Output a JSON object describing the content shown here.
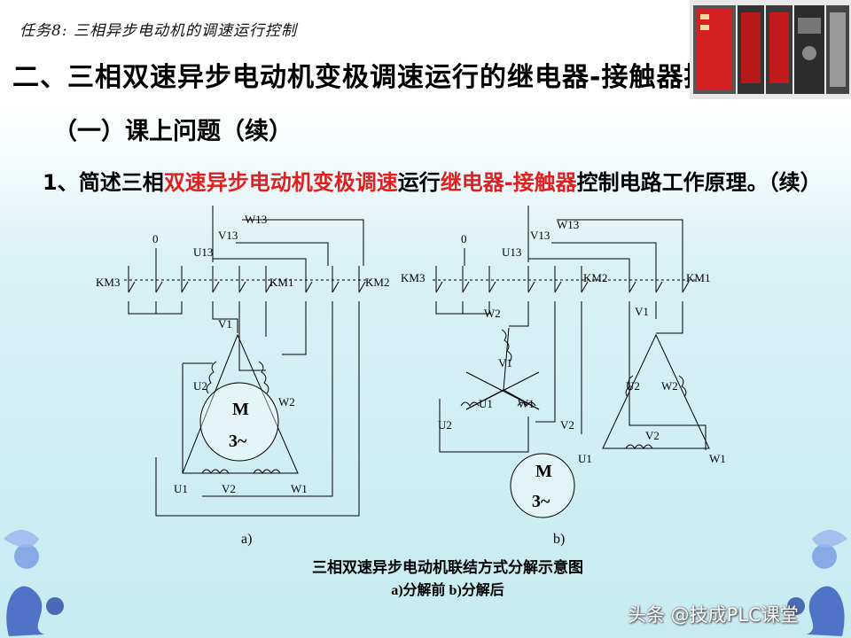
{
  "header": {
    "task": "任务8: 三相异步电动机的调速运行控制"
  },
  "title": {
    "main": "二、三相双速异步电动机变极调速运行的继电器-接触器控制（续）",
    "sub": "（一）课上问题（续）"
  },
  "question": {
    "prefix": "1、简述三相",
    "red1": "双速异步电动机变极调速",
    "mid": "运行",
    "red2": "继电器-接触器",
    "suffix": "控制电路工作原理。（续）"
  },
  "diagram_a": {
    "label": "a)",
    "contactors": [
      "KM3",
      "KM1",
      "KM2"
    ],
    "terminals": [
      "0",
      "U13",
      "V13",
      "W13"
    ],
    "windings": [
      "V1",
      "U2",
      "W2",
      "U1",
      "V2",
      "W1"
    ],
    "motor": {
      "name": "M",
      "type": "3~"
    }
  },
  "diagram_b": {
    "label": "b)",
    "contactors": [
      "KM3",
      "KM2",
      "KM1"
    ],
    "terminals": [
      "0",
      "U13",
      "V13",
      "W13"
    ],
    "star_windings": [
      "W2",
      "V1",
      "U1",
      "W1",
      "U2",
      "V2"
    ],
    "delta_windings": [
      "V1",
      "U2",
      "W2",
      "V2",
      "U1",
      "W1"
    ],
    "motor": {
      "name": "M",
      "type": "3~"
    }
  },
  "caption": {
    "title": "三相双速异步电动机联结方式分解示意图",
    "sub": "a)分解前  b)分解后"
  },
  "watermark": "头条 @技成PLC课堂"
}
